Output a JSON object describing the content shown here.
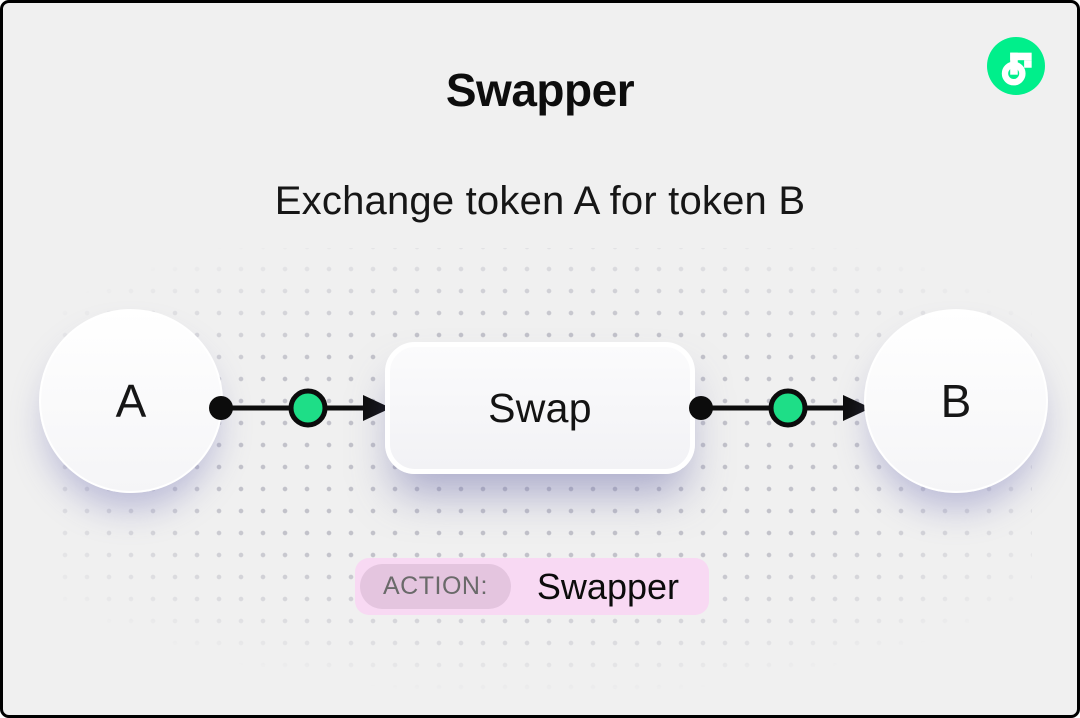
{
  "header": {
    "title": "Swapper",
    "subtitle": "Exchange token A for token B"
  },
  "icons": {
    "brand_logo": "flow-logo"
  },
  "diagram": {
    "source_node": {
      "label": "A"
    },
    "process_node": {
      "label": "Swap"
    },
    "target_node": {
      "label": "B"
    }
  },
  "action_badge": {
    "label": "ACTION:",
    "value": "Swapper"
  },
  "colors": {
    "page_bg": "#f0f0f0",
    "text": "#0d0d0d",
    "flow_green": "#00ef8b",
    "connector_green": "#1ede87",
    "line_black": "#0c0c0c",
    "badge_bg": "#f8d9f3",
    "badge_label_bg": "#e4c5df",
    "badge_label_text": "#6a6a6a"
  }
}
